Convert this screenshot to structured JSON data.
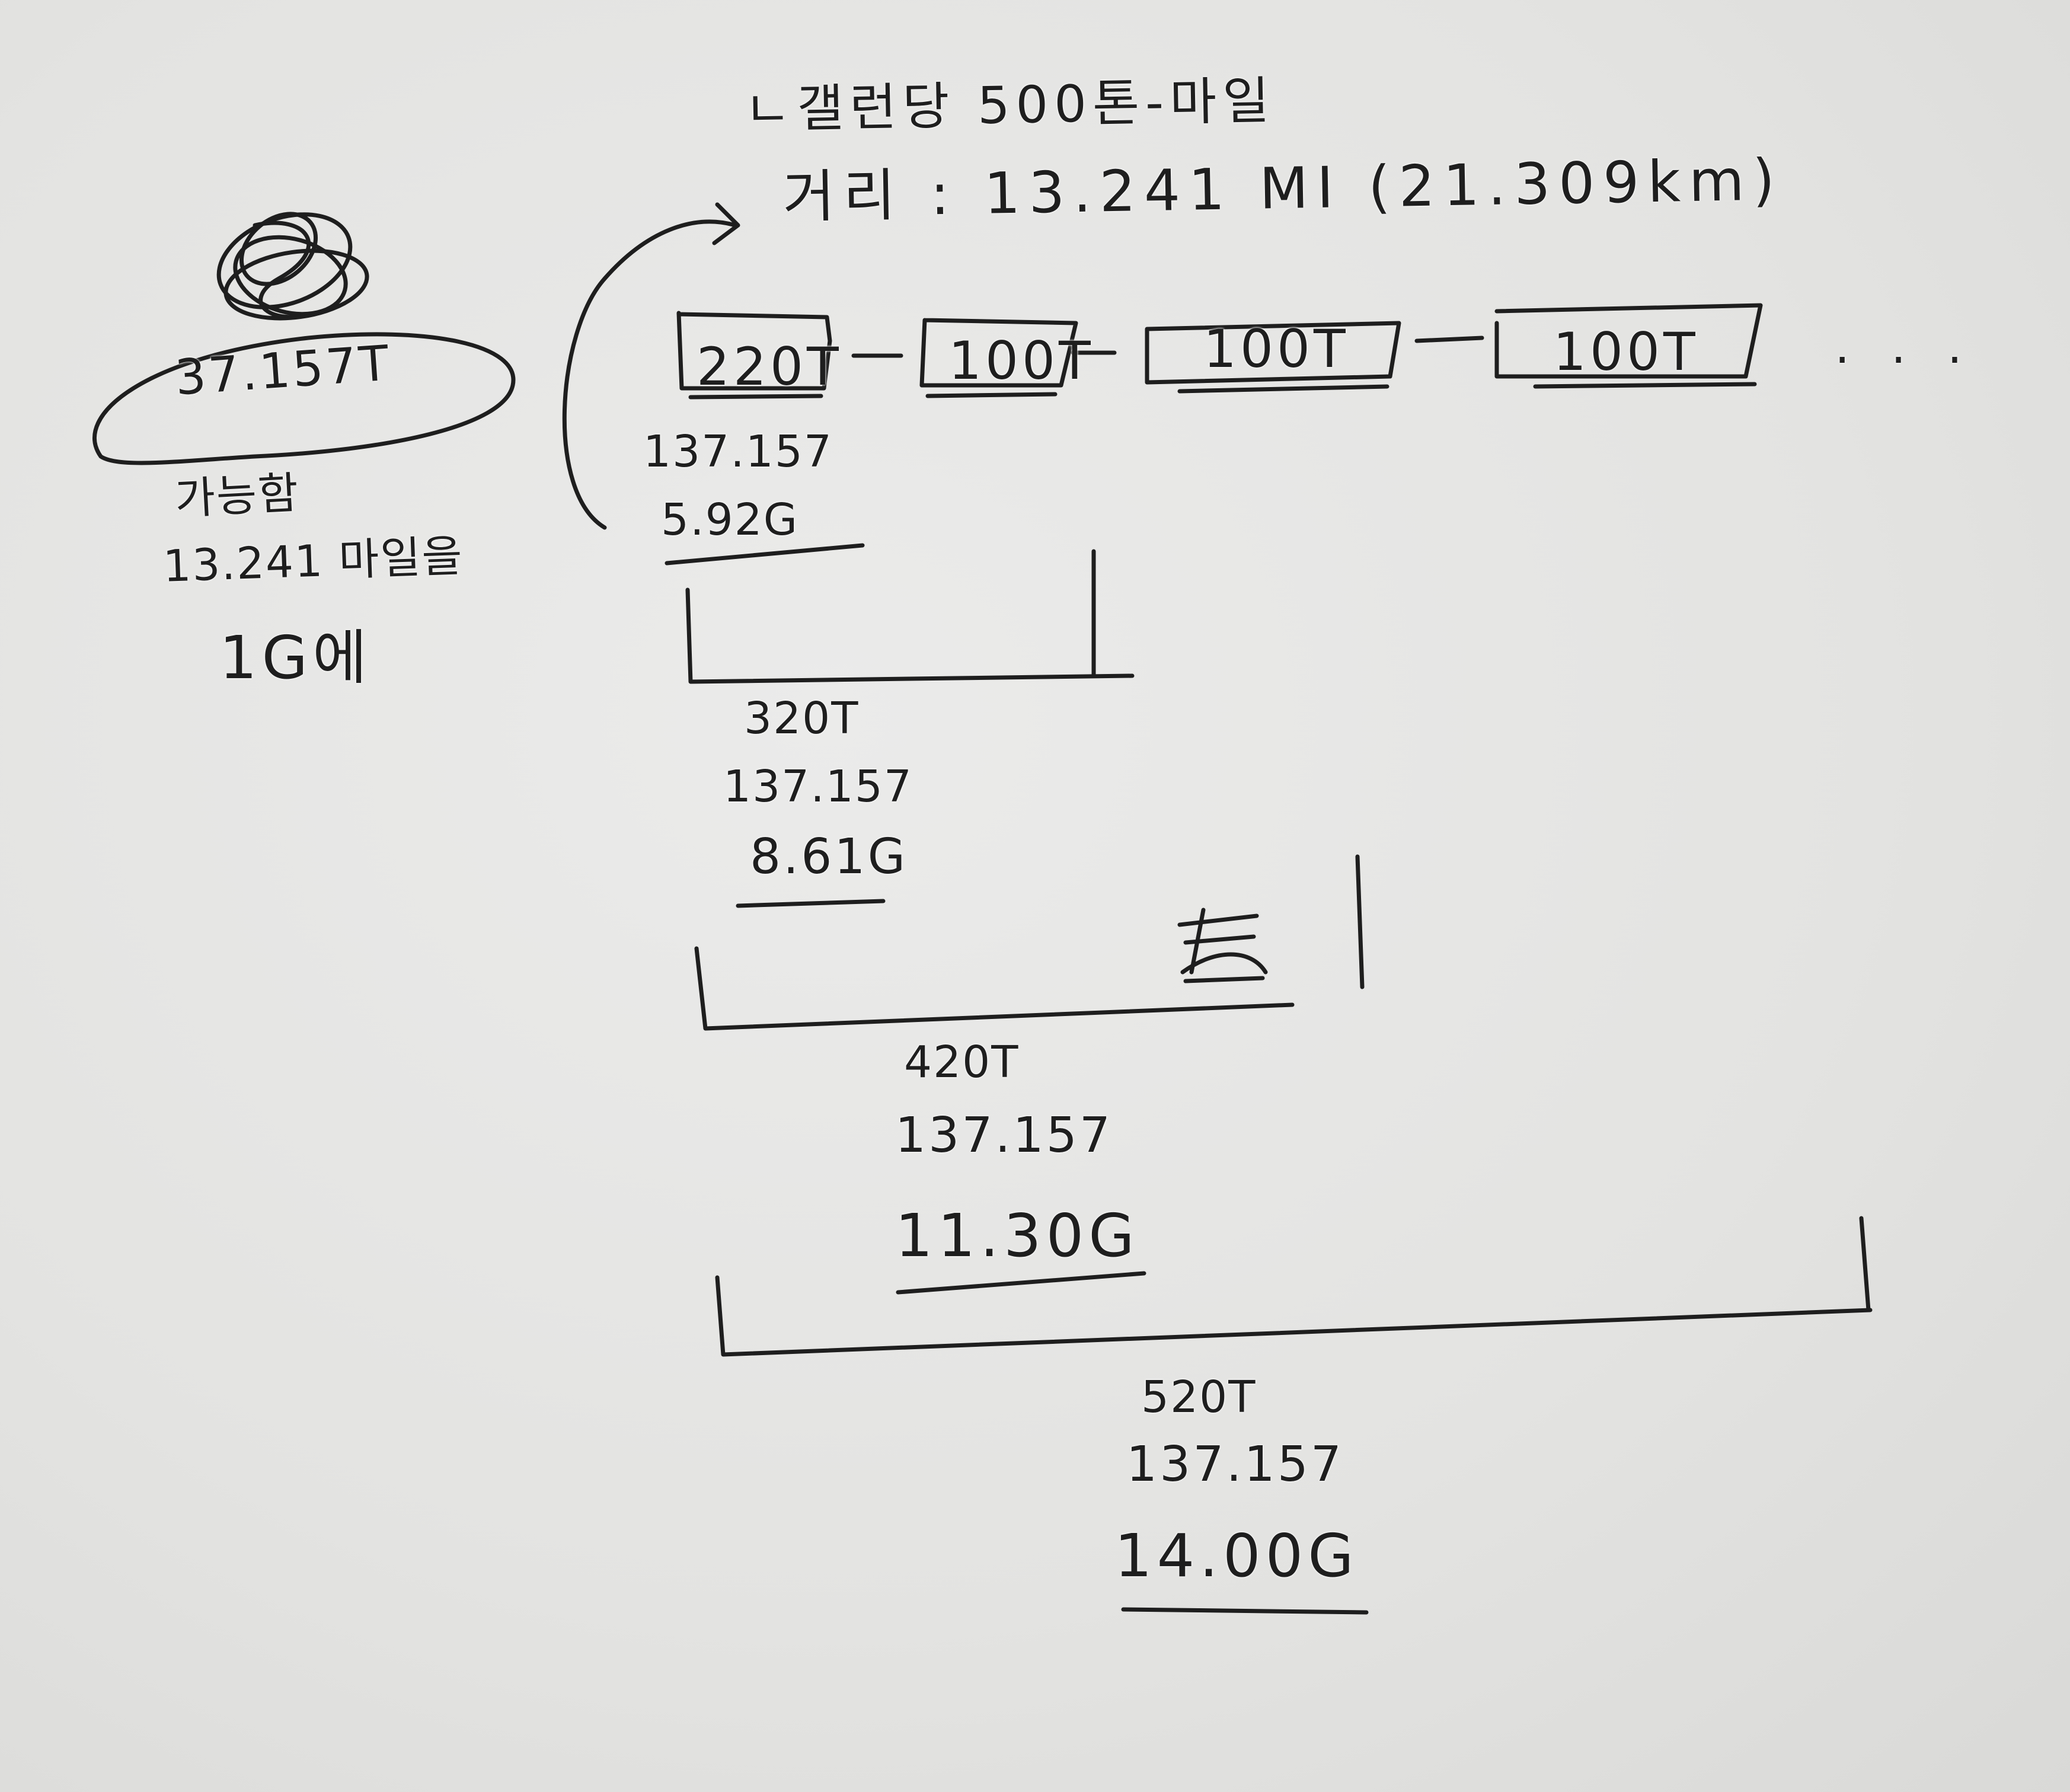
{
  "header": {
    "line1": "ㄴ갤런당 500톤-마일",
    "line2": "거리 : 13.241 MI (21.309km)"
  },
  "note": {
    "total": "37.157T",
    "line1": "가능함",
    "line2": "13.241 마일을",
    "line3": "1G에"
  },
  "cars": [
    {
      "label": "220T"
    },
    {
      "label": "100T"
    },
    {
      "label": "100T"
    },
    {
      "label": "100T"
    }
  ],
  "more": ". . .",
  "steps": [
    {
      "tons": "",
      "distance": "137.157",
      "gallons": "5.92G"
    },
    {
      "tons": "320T",
      "distance": "137.157",
      "gallons": "8.61G"
    },
    {
      "tons": "420T",
      "distance": "137.157",
      "gallons": "11.30G"
    },
    {
      "tons": "520T",
      "distance": "137.157",
      "gallons": "14.00G"
    }
  ]
}
